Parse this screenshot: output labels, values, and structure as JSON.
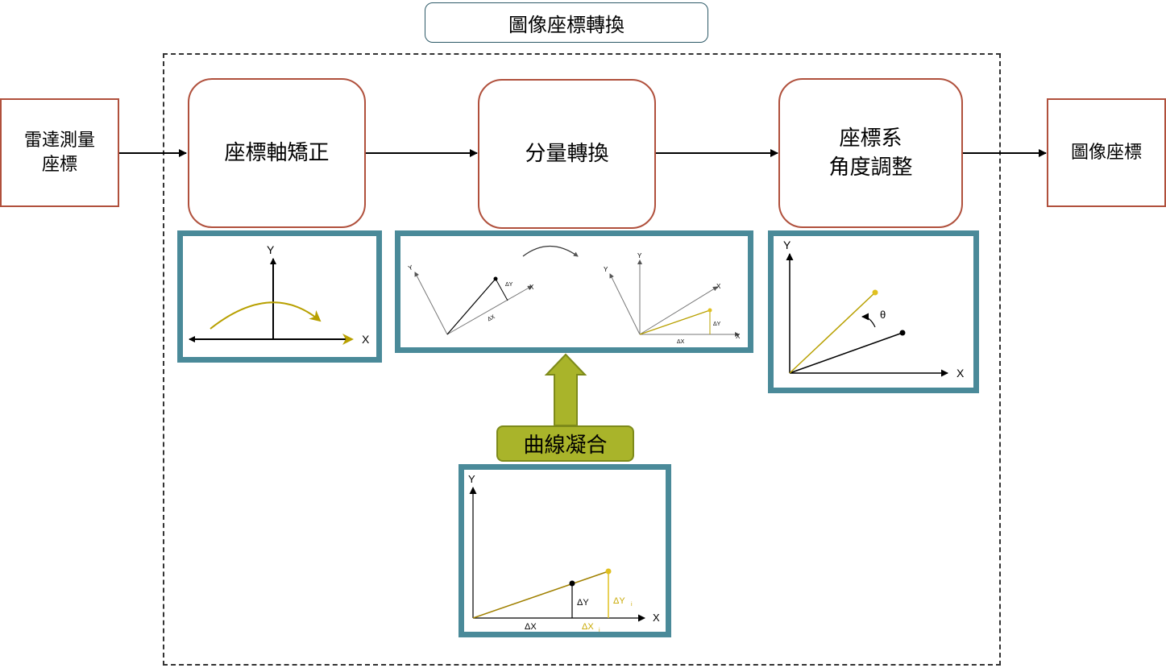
{
  "title": "圖像座標轉換",
  "input_box": {
    "line1": "雷達測量",
    "line2": "座標"
  },
  "output_box": {
    "label": "圖像座標"
  },
  "stages": {
    "axis_correction": "座標軸矯正",
    "component_transform": "分量轉換",
    "angle_adjust_line1": "座標系",
    "angle_adjust_line2": "角度調整"
  },
  "curve_fitting": "曲線凝合",
  "labels": {
    "x": "X",
    "y": "Y",
    "dx": "ΔX",
    "dy": "ΔY",
    "dxi": "ΔX",
    "dyi": "ΔY",
    "sub_i": "i",
    "theta": "θ"
  },
  "colors": {
    "accent_gold": "#b8a000",
    "frame_teal": "#4a8a99",
    "box_border": "#b0503c",
    "fit_green": "#a9b42a"
  }
}
